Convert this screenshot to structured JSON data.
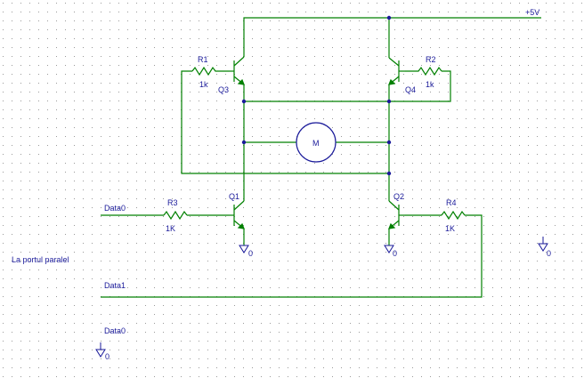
{
  "supply": {
    "label": "+5V"
  },
  "resistors": [
    {
      "ref": "R1",
      "value": "1k"
    },
    {
      "ref": "R2",
      "value": "1k"
    },
    {
      "ref": "R3",
      "value": "1K"
    },
    {
      "ref": "R4",
      "value": "1K"
    }
  ],
  "transistors": [
    {
      "ref": "Q1"
    },
    {
      "ref": "Q2"
    },
    {
      "ref": "Q3"
    },
    {
      "ref": "Q4"
    }
  ],
  "motor": {
    "label": "M"
  },
  "nets": {
    "data0_label": "Data0",
    "data1_label": "Data1",
    "data0_bottom_label": "Data0"
  },
  "note": "La portul paralel",
  "grounds": [
    "0",
    "0",
    "0",
    "0"
  ],
  "colors": {
    "wire": "#008000",
    "text": "#1a1a9a",
    "grid": "#b0b0b0"
  }
}
